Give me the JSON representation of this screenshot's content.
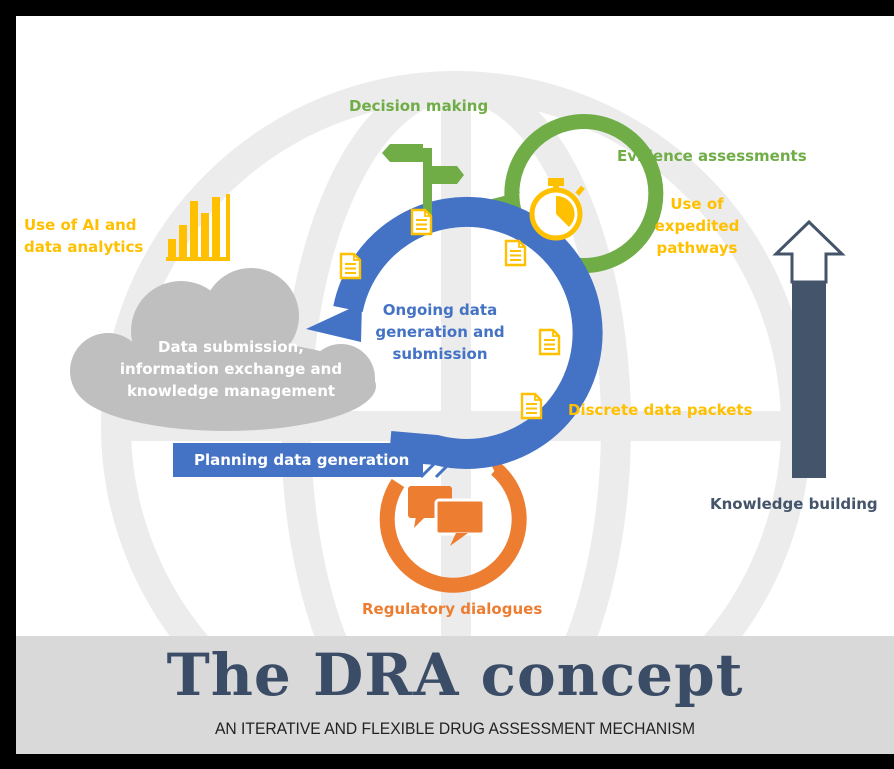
{
  "diagram": {
    "labels": {
      "decision_making": "Decision making",
      "evidence_assessments": "Evidence assessments",
      "expedited_pathways": "Use of expedited\npathways",
      "ai_analytics": "Use of AI and\ndata analytics",
      "ongoing_data": "Ongoing data\ngeneration and\nsubmission",
      "data_submission": "Data submission,\ninformation exchange and\nknowledge management",
      "discrete_packets": "Discrete data packets",
      "planning": "Planning data generation",
      "knowledge_building": "Knowledge building",
      "regulatory_dialogues": "Regulatory dialogues"
    },
    "colors": {
      "blue": "#4472c4",
      "green": "#70ad47",
      "orange": "#ed7d31",
      "yellow": "#ffc000",
      "navy": "#44546a",
      "cloud": "#bfbfbf"
    },
    "icons": [
      "signpost-icon",
      "stopwatch-icon",
      "bar-chart-icon",
      "document-icon",
      "speech-bubbles-icon",
      "up-arrow-icon",
      "cloud-icon",
      "globe-background"
    ]
  },
  "footer": {
    "title": "The DRA concept",
    "subtitle": "AN ITERATIVE AND FLEXIBLE DRUG ASSESSMENT MECHANISM"
  }
}
